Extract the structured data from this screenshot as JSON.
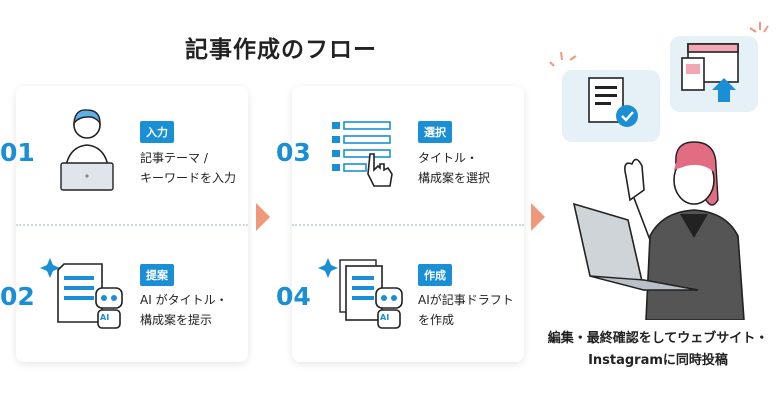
{
  "title": "記事作成のフロー",
  "steps": [
    {
      "num": "01",
      "badge": "入力",
      "lines": [
        "記事テーマ /",
        "キーワードを入力"
      ]
    },
    {
      "num": "02",
      "badge": "提案",
      "lines": [
        "AI がタイトル・",
        "構成案を提示"
      ]
    },
    {
      "num": "03",
      "badge": "選択",
      "lines": [
        "タイトル・",
        "構成案を選択"
      ]
    },
    {
      "num": "04",
      "badge": "作成",
      "lines": [
        "AIが記事ドラフト",
        "を作成"
      ]
    }
  ],
  "ai_label": "AI",
  "caption": [
    "編集・最終確認をしてウェブサイト・",
    "Instagramに同時投稿"
  ],
  "colors": {
    "accent": "#1a8fd6",
    "arrow": "#f0987a",
    "pink": "#e26d82",
    "bubble": "#e6f0f7"
  }
}
